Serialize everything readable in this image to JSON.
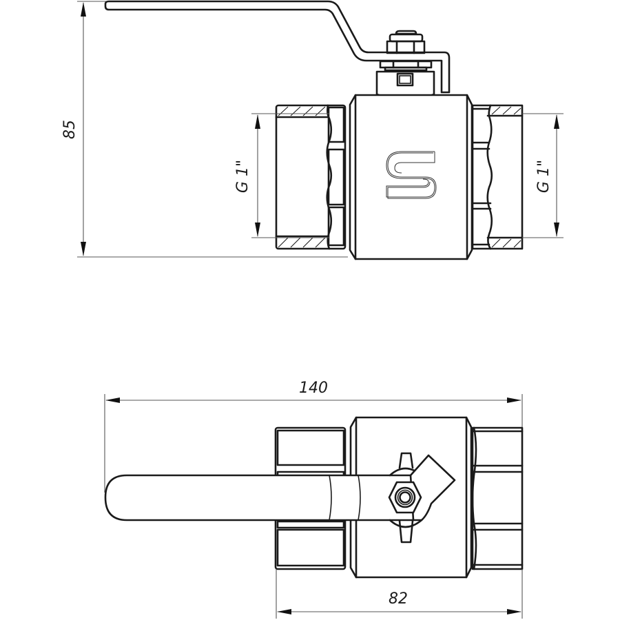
{
  "drawing": {
    "title": "Ball valve technical drawing",
    "views": [
      {
        "name": "front-view",
        "description": "Side elevation with partial section of female threaded ends"
      },
      {
        "name": "top-view",
        "description": "Plan view showing lever handle and stem nut"
      }
    ]
  },
  "dimensions": {
    "height": "85",
    "thread_left": "G 1\"",
    "thread_right": "G 1\"",
    "overall_length_with_handle": "140",
    "body_length": "82"
  },
  "colors": {
    "line": "#1a1a1a",
    "dimension_line": "#555555",
    "background": "#ffffff"
  }
}
